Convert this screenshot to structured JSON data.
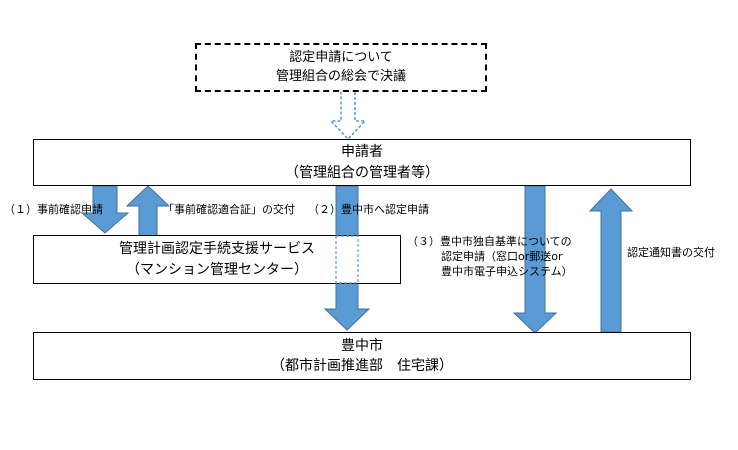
{
  "top_box": {
    "line1": "認定申請について",
    "line2": "管理組合の総会で決議"
  },
  "applicant_box": {
    "line1": "申請者",
    "line2": "（管理組合の管理者等）"
  },
  "support_box": {
    "line1": "管理計画認定手続支援サービス",
    "line2": "（マンション管理センター）"
  },
  "city_box": {
    "line1": "豊中市",
    "line2": "（都市計画推進部　住宅課）"
  },
  "labels": {
    "step1": "（１）事前確認申請",
    "certificate": "「事前確認適合証」の交付",
    "step2": "（２）豊中市へ認定申請",
    "step3_line1": "（３）豊中市独自基準についての",
    "step3_line2": "認定申請（窓口or郵送or",
    "step3_line3": "豊中市電子申込システム）",
    "notice": "認定通知書の交付"
  },
  "colors": {
    "arrow_fill": "#5b9bd5",
    "arrow_stroke": "#41719c",
    "border": "#000000"
  }
}
